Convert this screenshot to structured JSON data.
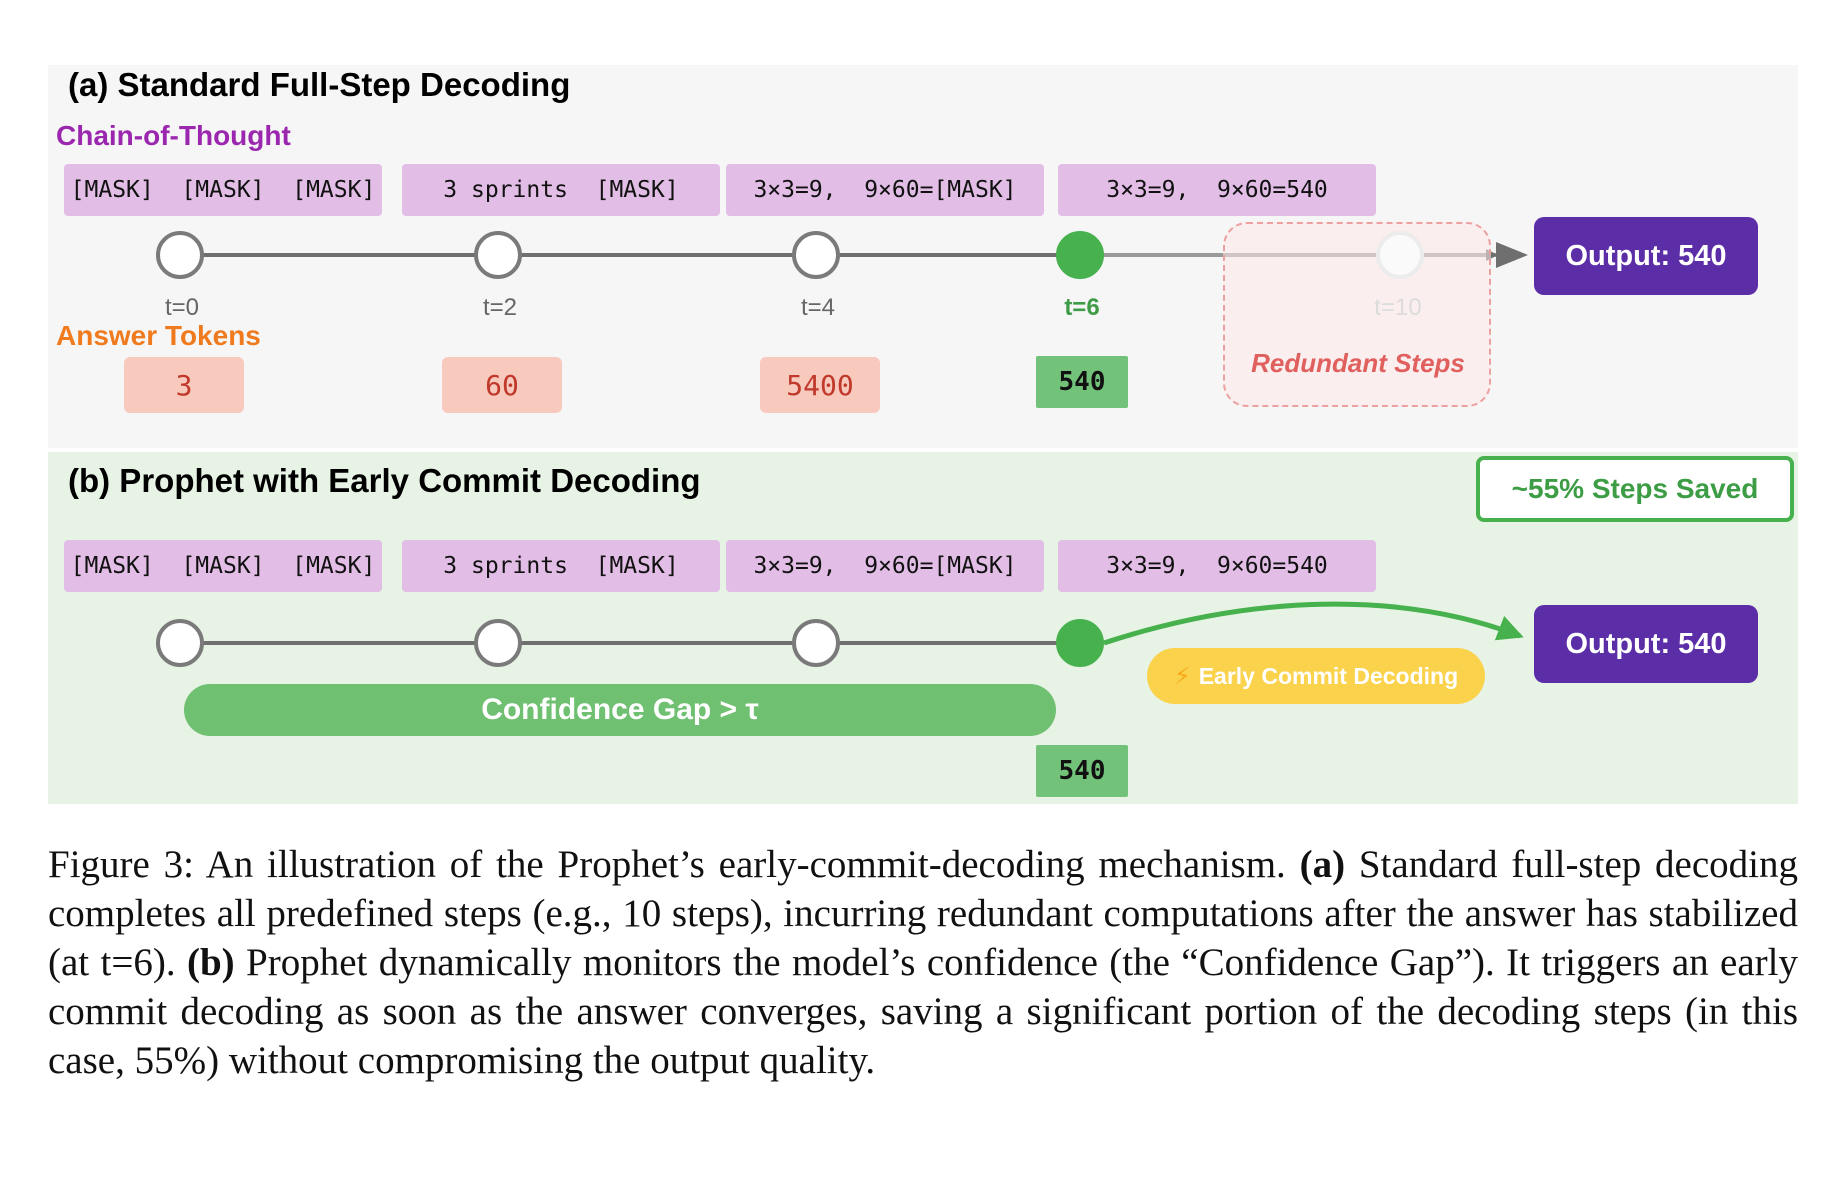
{
  "panel_a": {
    "title": "(a) Standard Full-Step Decoding",
    "cot_label": "Chain-of-Thought",
    "answer_label": "Answer Tokens",
    "sequences": [
      "[MASK]  [MASK]  [MASK]",
      "3 sprints  [MASK]",
      "3×3=9,  9×60=[MASK]",
      "3×3=9,  9×60=540"
    ],
    "timesteps": [
      "t=0",
      "t=2",
      "t=4",
      "t=6",
      "t=10"
    ],
    "answers": [
      "3",
      "60",
      "5400",
      "540"
    ],
    "redundant_label": "Redundant Steps",
    "output": "Output: 540"
  },
  "panel_b": {
    "title": "(b) Prophet with Early Commit Decoding",
    "steps_saved": "~55% Steps Saved",
    "sequences": [
      "[MASK]  [MASK]  [MASK]",
      "3 sprints  [MASK]",
      "3×3=9,  9×60=[MASK]",
      "3×3=9,  9×60=540"
    ],
    "confidence_gap": "Confidence Gap > τ",
    "early_commit": "Early Commit Decoding",
    "answer": "540",
    "output": "Output: 540"
  },
  "colors": {
    "mask_box": "#e2bde6",
    "active_node": "#46b14d",
    "output_box": "#5b2ea8",
    "answer_box": "#f8c9bd",
    "cot_label": "#9b27af",
    "answer_label": "#f07b1f"
  },
  "icons": {
    "early_commit": "lightning-bolt-icon"
  },
  "caption": {
    "label": "Figure 3:",
    "intro": " An illustration of the Prophet’s early-commit-decoding mechanism. ",
    "a_tag": "(a)",
    "a_text": " Standard full-step decoding completes all predefined steps (e.g., 10 steps), incurring redundant computations after the answer has stabilized (at t=6). ",
    "b_tag": "(b)",
    "b_text": " Prophet dynamically monitors the model’s confidence (the “Confidence Gap”). It triggers an early commit decoding as soon as the answer converges, saving a significant portion of the decoding steps (in this case, 55%) without compromising the output quality."
  }
}
